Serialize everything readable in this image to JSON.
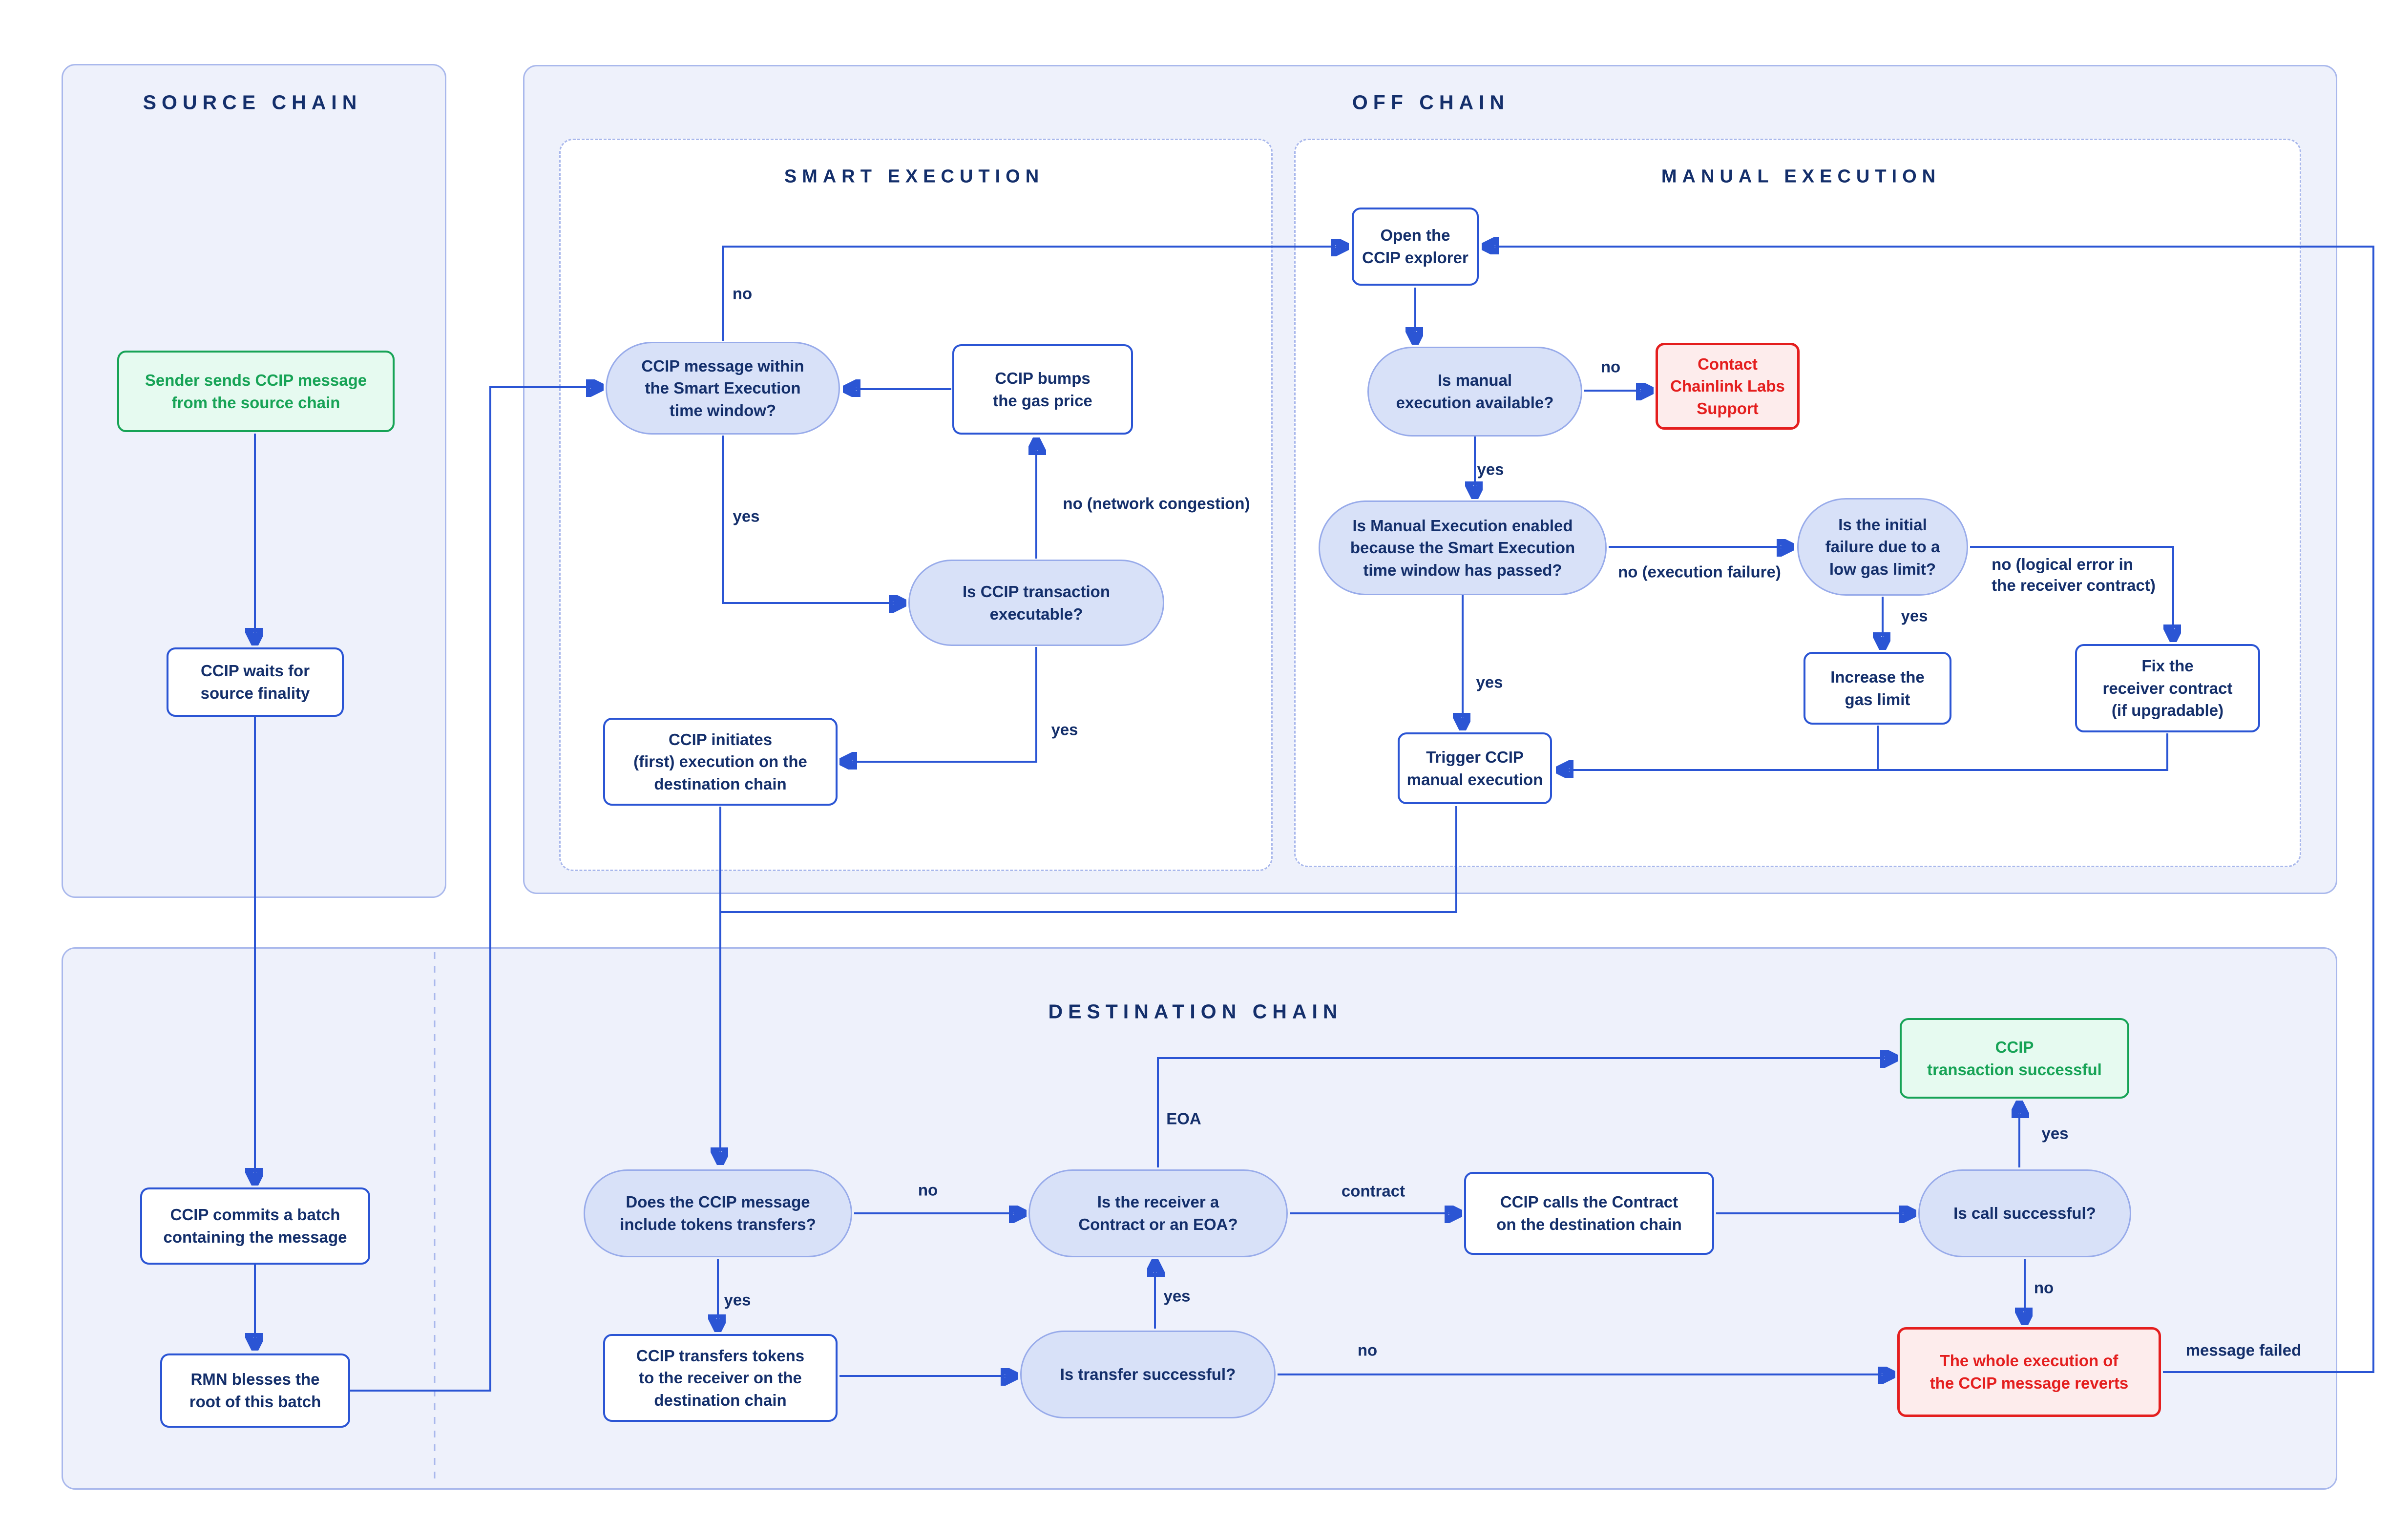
{
  "panels": {
    "source": {
      "title": "SOURCE CHAIN"
    },
    "offchain": {
      "title": "OFF CHAIN"
    },
    "smart": {
      "title": "SMART EXECUTION"
    },
    "manual": {
      "title": "MANUAL EXECUTION"
    },
    "destination": {
      "title": "DESTINATION CHAIN"
    }
  },
  "nodes": {
    "sender": "Sender sends CCIP message\nfrom the source chain",
    "waits": "CCIP waits for\nsource finality",
    "commits": "CCIP commits a batch\ncontaining the message",
    "rmn": "RMN blesses the\nroot of this batch",
    "within": "CCIP message within\nthe Smart Execution\ntime window?",
    "bumps": "CCIP bumps\nthe gas price",
    "executable": "Is CCIP transaction\nexecutable?",
    "initiates": "CCIP initiates\n(first) execution on the\ndestination chain",
    "explorer": "Open the\nCCIP explorer",
    "available": "Is manual\nexecution available?",
    "contact": "Contact\nChainlink Labs\nSupport",
    "enabled": "Is Manual Execution enabled\nbecause the Smart Execution\ntime window has passed?",
    "initial": "Is the initial\nfailure due to a\nlow gas limit?",
    "increase": "Increase the\ngas limit",
    "fix": "Fix the\nreceiver contract\n(if upgradable)",
    "trigger": "Trigger CCIP\nmanual execution",
    "does": "Does the CCIP message\ninclude tokens transfers?",
    "receiver": "Is the receiver a\nContract or an EOA?",
    "calls": "CCIP calls the Contract\non the destination chain",
    "call_ok": "Is call successful?",
    "success": "CCIP\ntransaction successful",
    "transfers": "CCIP transfers tokens\nto the receiver on the\ndestination chain",
    "transfer_ok": "Is transfer successful?",
    "reverts": "The whole execution of\nthe CCIP message reverts"
  },
  "edge_labels": {
    "no_within": "no",
    "yes_within": "yes",
    "no_congestion": "no (network congestion)",
    "yes_executable": "yes",
    "no_available": "no",
    "yes_available": "yes",
    "no_exec_failure": "no (execution failure)",
    "yes_enabled": "yes",
    "yes_gas": "yes",
    "no_logical": "no (logical error in\nthe receiver contract)",
    "eoa": "EOA",
    "contract": "contract",
    "no_tokens": "no",
    "yes_tokens": "yes",
    "yes_transfer": "yes",
    "no_transfer": "no",
    "yes_call": "yes",
    "no_call": "no",
    "message_failed": "message failed"
  },
  "colors": {
    "flow_blue": "#2b55d4",
    "navy_text": "#142f6b",
    "panel_fill": "#eef1fb",
    "panel_border": "#a9b8ec",
    "decision_fill": "#d8e1f8",
    "success_green": "#17a356",
    "error_red": "#e41e1e"
  }
}
